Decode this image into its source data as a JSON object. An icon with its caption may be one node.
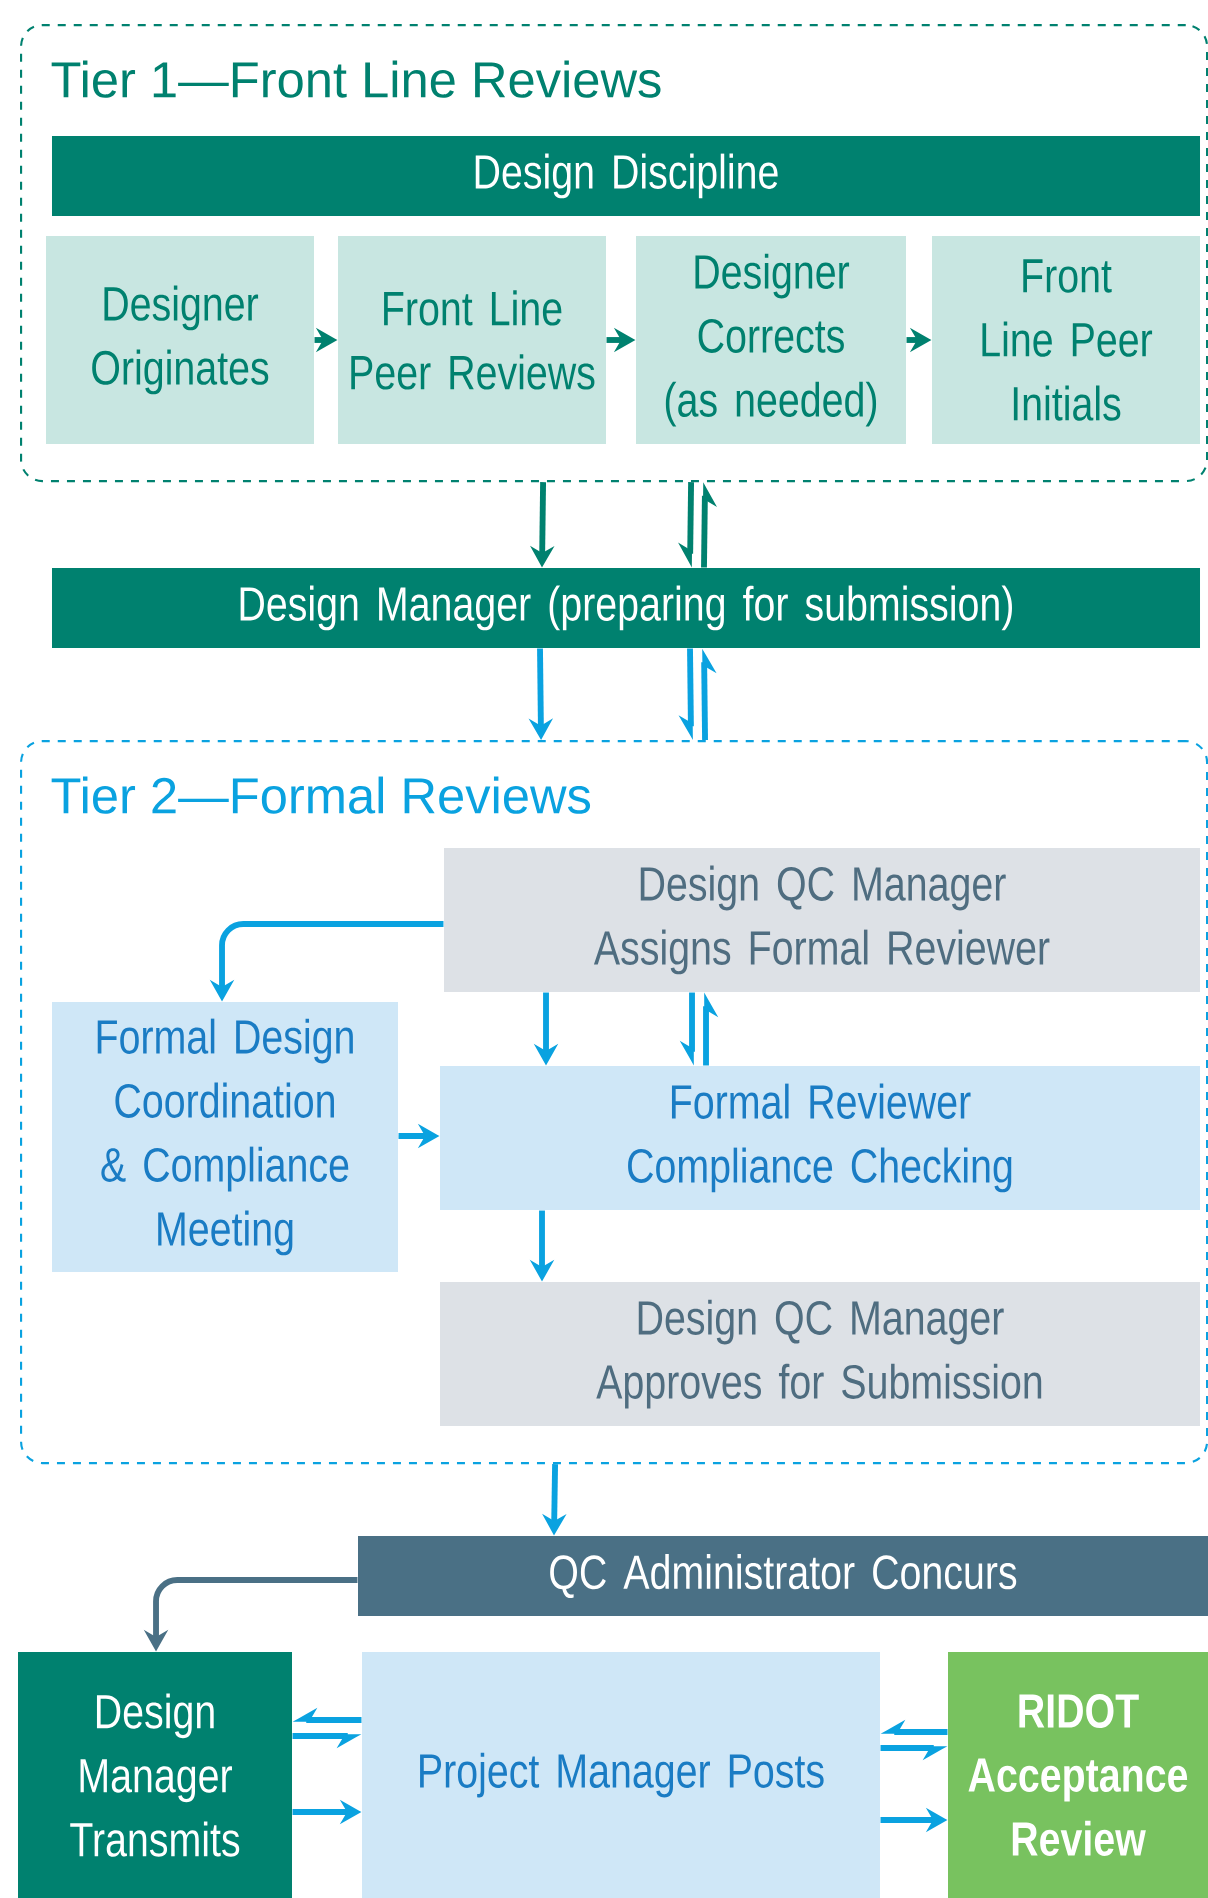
{
  "diagram": {
    "nodes": [
      {
        "text": [
          "Tier 1—Front Line Reviews"
        ]
      },
      {
        "text": [
          "Design Discipline"
        ],
        "in": 0
      },
      {
        "text": [
          "Designer Originates"
        ],
        "in": 0
      },
      {
        "text": [
          "Front Line Peer Reviews"
        ],
        "in": 0
      },
      {
        "text": [
          "Designer Corrects (as needed)"
        ],
        "in": 0
      },
      {
        "text": [
          "Front Line Peer Initials"
        ],
        "in": 0
      },
      {
        "text": [
          "Design Manager (preparing for submission)"
        ]
      },
      {
        "text": [
          "Tier 2—Formal Reviews"
        ]
      },
      {
        "text": [
          "Design QC Manager Assigns Formal Reviewer"
        ],
        "in": 7
      },
      {
        "text": [
          "Formal Design Coordination & Compliance Meeting"
        ],
        "in": 7
      },
      {
        "text": [
          "Formal Reviewer Compliance Checking"
        ],
        "in": 7
      },
      {
        "text": [
          "Design QC Manager Approves for Submission"
        ],
        "in": 7
      },
      {
        "text": [
          "QC Administrator Concurs"
        ]
      },
      {
        "text": [
          "Design Manager Transmits"
        ]
      },
      {
        "text": [
          "Project Manager Posts"
        ]
      },
      {
        "text": [
          "RIDOT Acceptance Review"
        ]
      }
    ],
    "edges": [
      {
        "from": 2,
        "to": 3,
        "arrow": "to",
        "color": "#00816f"
      },
      {
        "from": 3,
        "to": 4,
        "arrow": "to",
        "color": "#00816f"
      },
      {
        "from": 4,
        "to": 5,
        "arrow": "to",
        "color": "#00816f"
      },
      {
        "from": 0,
        "to": 6,
        "arrow": "to",
        "color": "#00816f"
      },
      {
        "from": 0,
        "to": 6,
        "arrow": "to",
        "color": "#00816f"
      },
      {
        "from": 6,
        "to": 0,
        "arrow": "to",
        "color": "#00816f"
      },
      {
        "from": 6,
        "to": 7,
        "arrow": "to"
      },
      {
        "from": 6,
        "to": 7,
        "arrow": "to"
      },
      {
        "from": 7,
        "to": 6,
        "arrow": "to"
      },
      {
        "from": 8,
        "to": 9,
        "arrow": "to"
      },
      {
        "from": 8,
        "to": 10,
        "arrow": "to"
      },
      {
        "from": 8,
        "to": 10,
        "arrow": "to"
      },
      {
        "from": 10,
        "to": 8,
        "arrow": "to"
      },
      {
        "from": 9,
        "to": 10,
        "arrow": "to"
      },
      {
        "from": 10,
        "to": 11,
        "arrow": "to"
      },
      {
        "from": 7,
        "to": 12,
        "arrow": "to"
      },
      {
        "from": 12,
        "to": 13,
        "arrow": "to",
        "color": "#4a7085"
      },
      {
        "from": 14,
        "to": 13,
        "arrow": "to"
      },
      {
        "from": 13,
        "to": 14,
        "arrow": "to"
      },
      {
        "from": 13,
        "to": 14,
        "arrow": "to"
      },
      {
        "from": 15,
        "to": 14,
        "arrow": "to"
      },
      {
        "from": 14,
        "to": 15,
        "arrow": "to"
      },
      {
        "from": 14,
        "to": 15,
        "arrow": "to"
      }
    ]
  }
}
